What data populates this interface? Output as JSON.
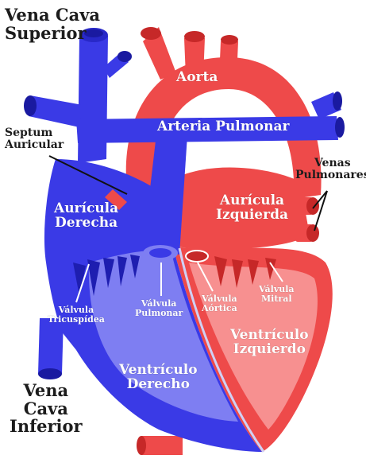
{
  "labels": {
    "vena_cava_superior": [
      "Vena Cava",
      "Superior"
    ],
    "septum_auricular": [
      "Septum",
      "Auricular"
    ],
    "aorta": "Aorta",
    "arteria_pulmonar": "Arteria Pulmonar",
    "venas_pulmonares": [
      "Venas",
      "Pulmonares"
    ],
    "auricula_derecha": [
      "Aurícula",
      "Derecha"
    ],
    "auricula_izquierda": [
      "Aurícula",
      "Izquierda"
    ],
    "valvula_tricuspidea": [
      "Válvula",
      "Tricuspídea"
    ],
    "valvula_pulmonar": [
      "Válvula",
      "Pulmonar"
    ],
    "valvula_aortica": [
      "Válvula",
      "Aórtica"
    ],
    "valvula_mitral": [
      "Válvula",
      "Mitral"
    ],
    "ventriculo_izquierdo": [
      "Ventrículo",
      "Izquierdo"
    ],
    "ventriculo_derecho": [
      "Ventrículo",
      "Derecho"
    ],
    "vena_cava_inferior": [
      "Vena",
      "Cava",
      "Inferior"
    ]
  },
  "colors": {
    "venous_blue": "#3a3ae6",
    "venous_blue_light": "#7e7ef2",
    "venous_blue_dark": "#1e1eb0",
    "arterial_red": "#ee4a4a",
    "arterial_red_light": "#f79090",
    "arterial_red_dark": "#c62828",
    "label_dark": "#1c1c1c",
    "label_light": "#ffffff"
  }
}
